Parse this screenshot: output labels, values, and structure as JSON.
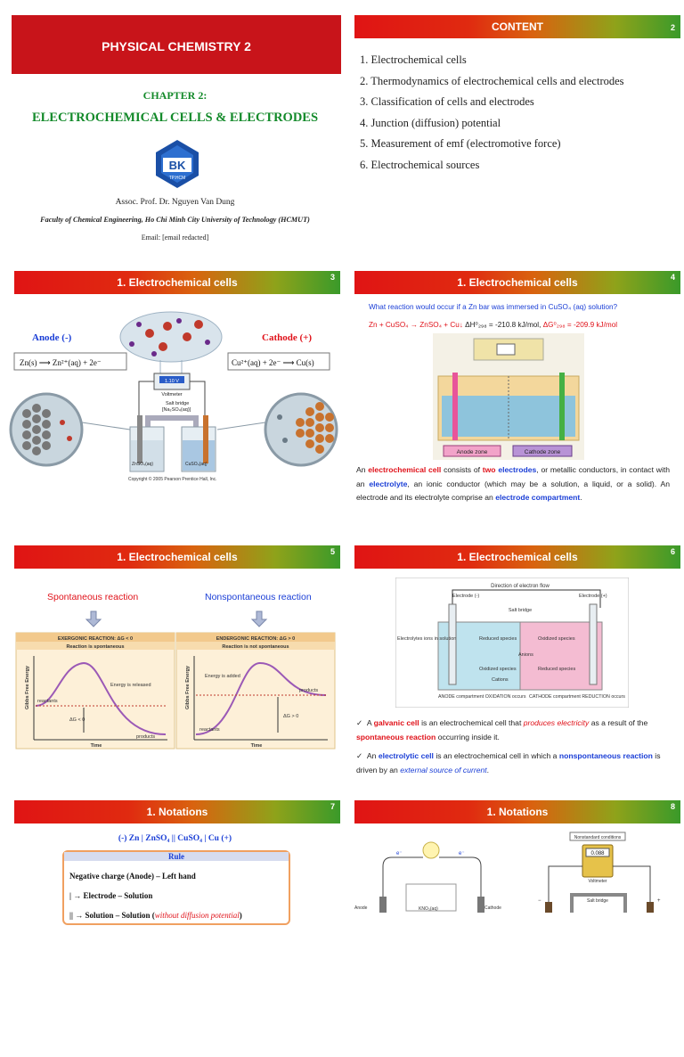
{
  "slide1": {
    "title": "PHYSICAL CHEMISTRY 2",
    "chapter": "CHAPTER 2:",
    "chapter_title": "ELECTROCHEMICAL CELLS & ELECTRODES",
    "logo_text": "BK",
    "logo_sub": "TP.HCM",
    "author": "Assoc. Prof. Dr. Nguyen Van Dung",
    "faculty": "Faculty of Chemical Engineering, Ho Chi Minh City University of Technology (HCMUT)",
    "email": "Email: [email redacted]"
  },
  "slide2": {
    "header": "CONTENT",
    "num": "2",
    "items": [
      "1. Electrochemical cells",
      "2. Thermodynamics of electrochemical cells and electrodes",
      "3. Classification of cells and electrodes",
      "4. Junction (diffusion) potential",
      "5. Measurement of emf (electromotive force)",
      "6. Electrochemical sources"
    ]
  },
  "slide3": {
    "header": "1. Electrochemical cells",
    "num": "3",
    "anode": "Anode (-)",
    "cathode": "Cathode (+)",
    "anode_eq": "Zn(s) ⟶ Zn²⁺(aq) + 2e⁻",
    "cathode_eq": "Cu²⁺(aq) + 2e⁻ ⟶ Cu(s)",
    "voltmeter_value": "1.10 V",
    "voltmeter": "Voltmeter",
    "salt_bridge": "Salt bridge",
    "salt_bridge_formula": "[Na₂SO₄(aq)]",
    "left_beaker": "ZnSO₄(aq)",
    "right_beaker": "CuSO₄(aq)",
    "copyright": "Copyright © 2005 Pearson Prentice Hall, Inc."
  },
  "slide4": {
    "header": "1. Electrochemical cells",
    "num": "4",
    "question": "What reaction would occur if a Zn bar was immersed in CuSO₄ (aq) solution?",
    "reaction": "Zn + CuSO₄ → ZnSO₄ + Cu↓",
    "dh": "ΔH⁰₂₉₈ = -210.8 kJ/mol,",
    "dg": "ΔG⁰₂₉₈ = -209.9 kJ/mol",
    "anode_zone": "Anode zone",
    "cathode_zone": "Cathode zone",
    "p1": "An",
    "p_ec": "electrochemical cell",
    "p2": "consists of",
    "p_two": "two",
    "p_electrodes": "electrodes",
    "p3": ", or metallic conductors, in contact with an",
    "p_electrolyte": "electrolyte",
    "p4": ", an ionic conductor (which may be a solution, a liquid, or a solid). An electrode and its electrolyte comprise an",
    "p_comp": "electrode compartment",
    "p5": "."
  },
  "slide5": {
    "header": "1. Electrochemical cells",
    "num": "5",
    "spont": "Spontaneous reaction",
    "nonspont": "Nonspontaneous reaction",
    "exergonic": "EXERGONIC REACTION: ΔG < 0",
    "endergonic": "ENDERGONIC REACTION: ΔG > 0",
    "ex_sub": "Reaction is spontaneous",
    "en_sub": "Reaction is not spontaneous",
    "ylabel": "Gibbs Free Energy",
    "xlabel": "Time",
    "released": "Energy is released",
    "added": "Energy is added",
    "reactants": "reactants",
    "products": "products",
    "dg_neg": "ΔG < 0",
    "dg_pos": "ΔG > 0"
  },
  "slide6": {
    "header": "1. Electrochemical cells",
    "num": "6",
    "flow": "Direction of electron flow",
    "elec_minus": "Electrode (-)",
    "elec_plus": "Electrode (+)",
    "salt_bridge": "Salt bridge",
    "electrolytes": "Electrolytes ions in solution",
    "reduced": "Reduced species",
    "oxidized": "Oxidized species",
    "anions": "Anions",
    "cations": "Cations",
    "anode_comp": "ANODE compartment OXIDATION occurs",
    "cathode_comp": "CATHODE compartment REDUCTION occurs",
    "b1_a": "A",
    "b1_gal": "galvanic cell",
    "b1_b": "is an electrochemical cell that",
    "b1_prod": "produces electricity",
    "b1_c": "as a result of the",
    "b1_sp": "spontaneous reaction",
    "b1_d": "occurring inside it.",
    "b2_a": "An",
    "b2_ely": "electrolytic cell",
    "b2_b": "is an electrochemical cell in which a",
    "b2_ns": "nonspontaneous reaction",
    "b2_c": "is driven by an",
    "b2_ext": "external source of current",
    "b2_d": "."
  },
  "slide7": {
    "header": "1. Notations",
    "num": "7",
    "notation": "(-) Zn | ZnSO₄ || CuSO₄ | Cu (+)",
    "rule": "Rule",
    "r1": "Negative charge (Anode) – Left hand",
    "r2": "| → Electrode – Solution",
    "r3a": "|| → Solution – Solution (",
    "r3b": "without diffusion potential",
    "r3c": ")"
  },
  "slide8": {
    "header": "1. Notations",
    "num": "8",
    "nonstd": "Nonstandard conditions",
    "volt_val": "0.088",
    "voltmeter": "Voltmeter",
    "salt_bridge": "Salt bridge",
    "anode": "Anode",
    "cathode": "Cathode",
    "kno3": "KNO₃(aq)"
  }
}
